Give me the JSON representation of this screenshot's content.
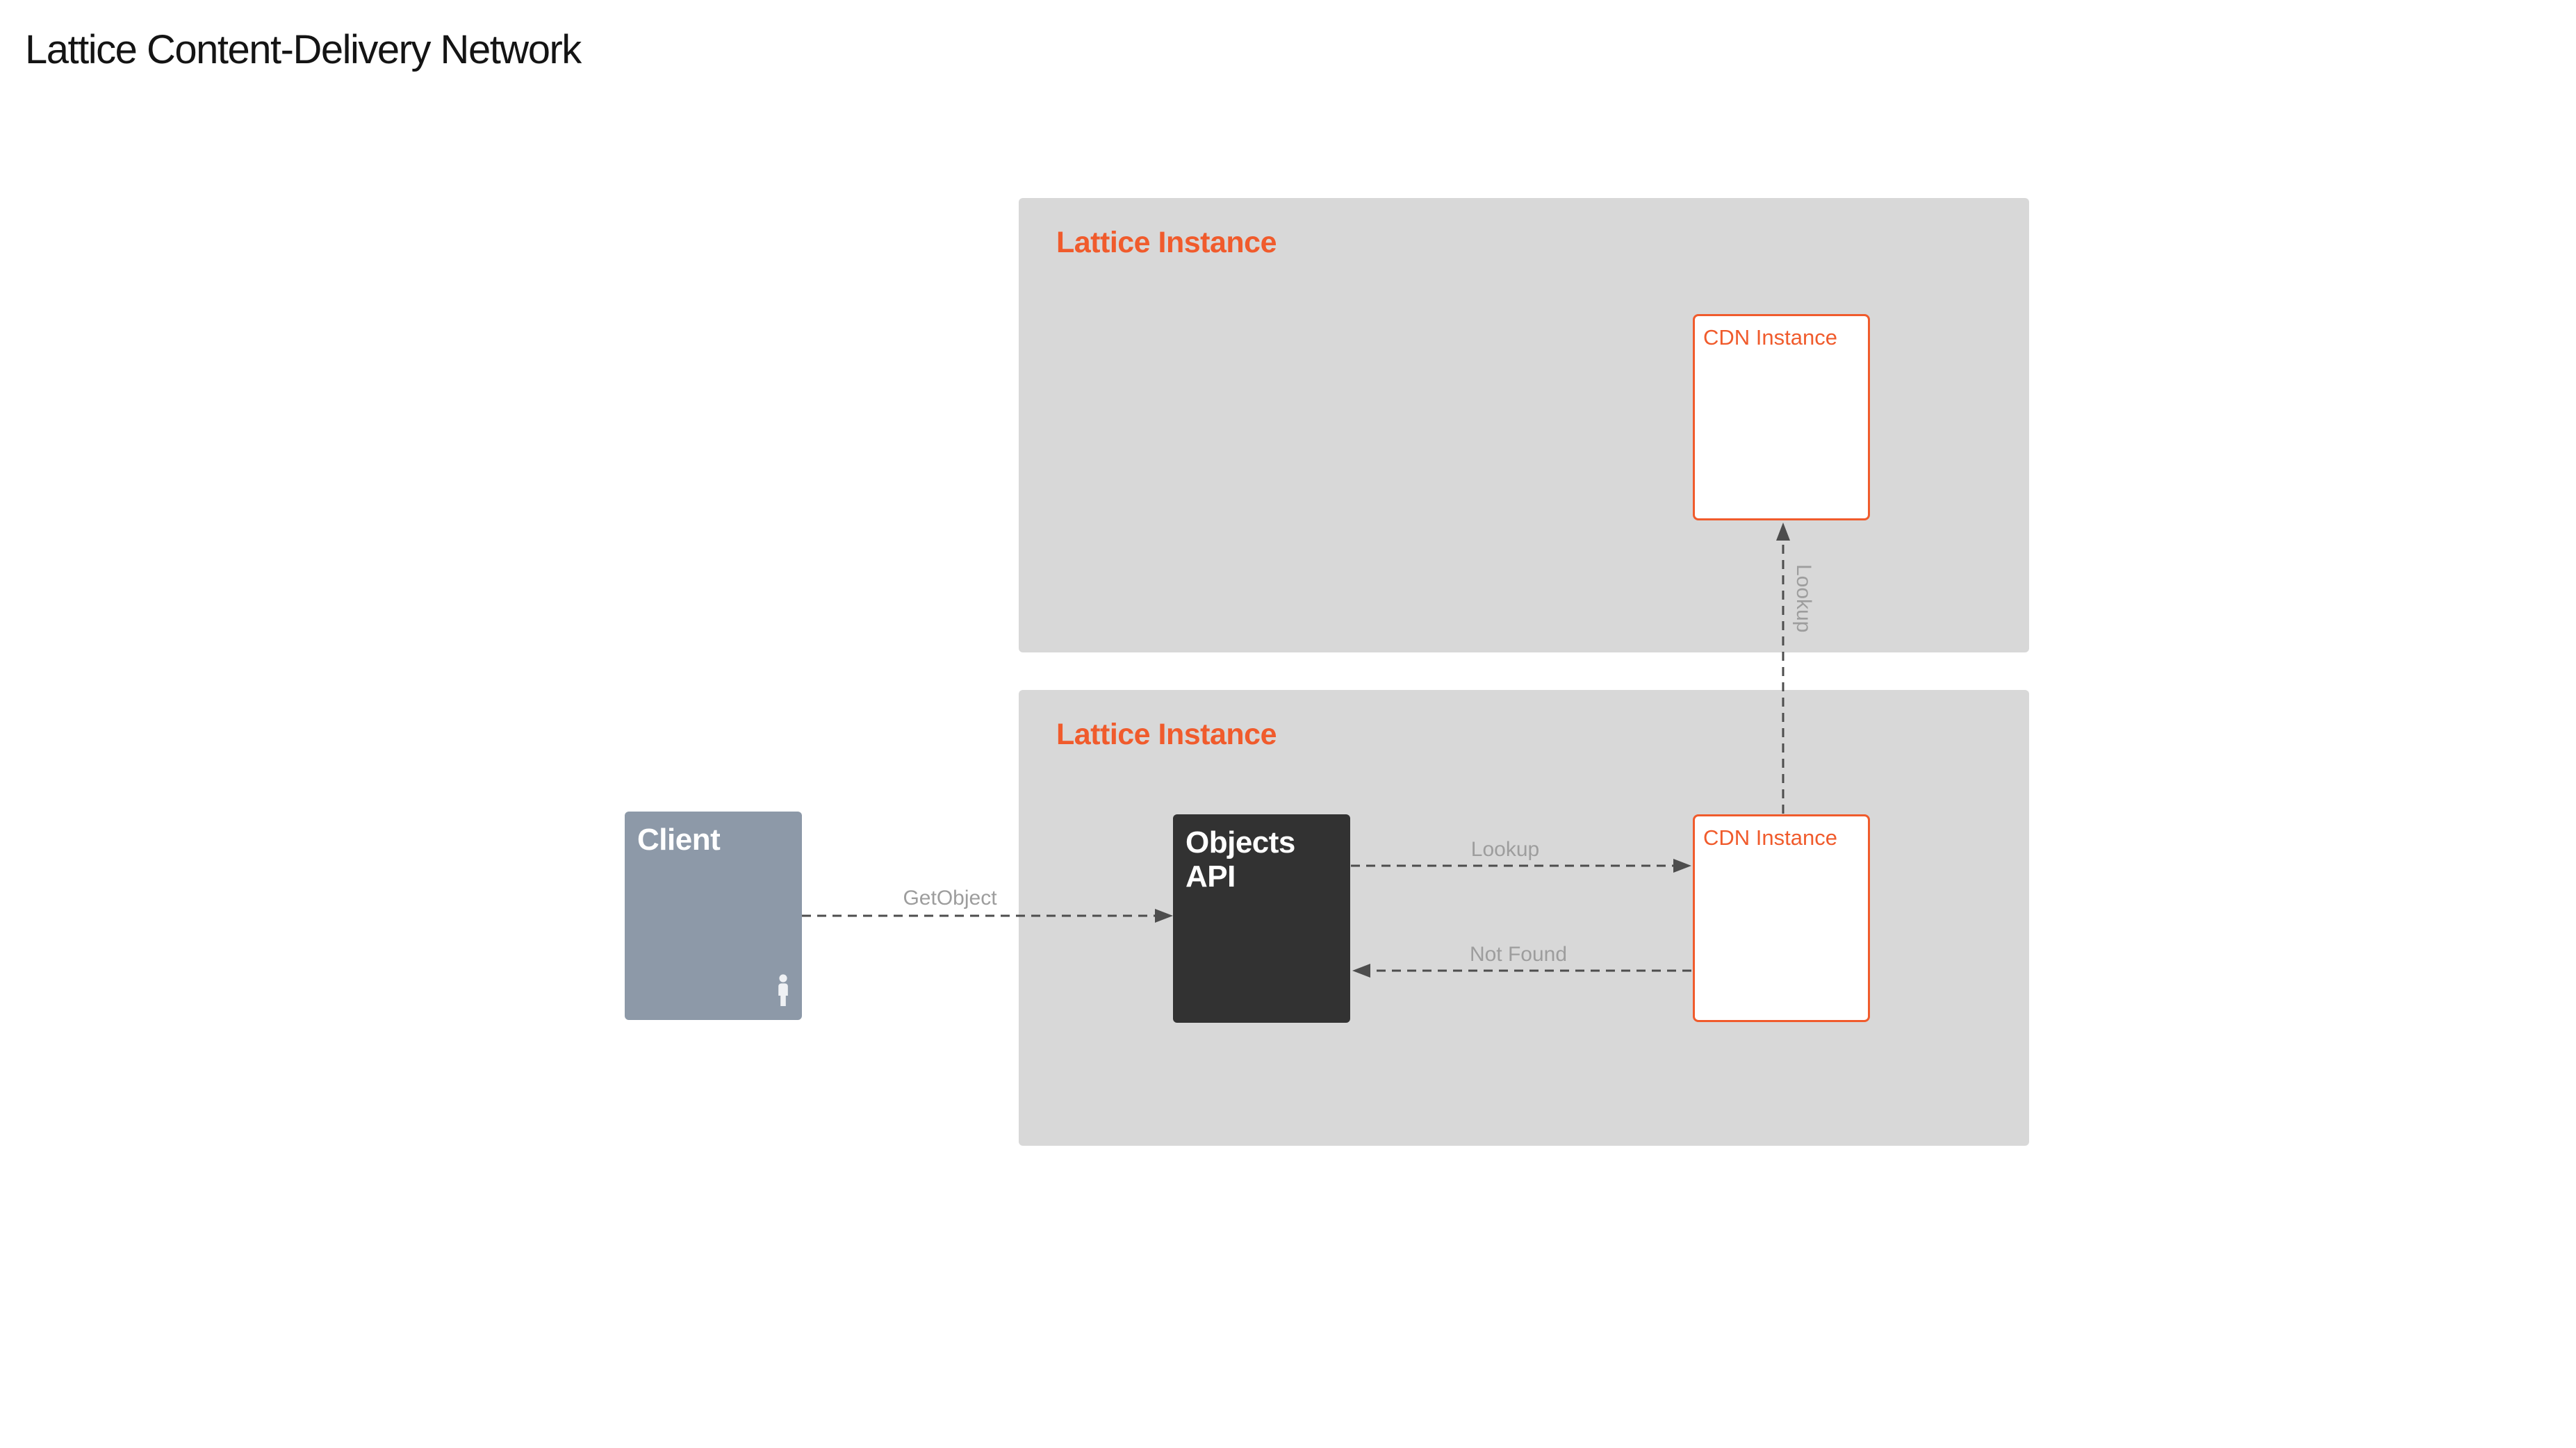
{
  "title": "Lattice Content-Delivery Network",
  "client": {
    "label": "Client",
    "icon": "person-icon"
  },
  "instances": [
    {
      "label": "Lattice Instance",
      "cdn_label": "CDN Instance"
    },
    {
      "label": "Lattice Instance",
      "api_label": "Objects API",
      "cdn_label": "CDN Instance"
    }
  ],
  "edges": [
    {
      "label": "GetObject",
      "from": "Client",
      "to": "Objects API",
      "direction": "right"
    },
    {
      "label": "Lookup",
      "from": "Objects API",
      "to": "CDN Instance",
      "direction": "right"
    },
    {
      "label": "Not Found",
      "from": "CDN Instance",
      "to": "Objects API",
      "direction": "left"
    },
    {
      "label": "Lookup",
      "from": "CDN Instance (bottom)",
      "to": "CDN Instance (top)",
      "direction": "up"
    }
  ],
  "colors": {
    "accent_orange": "#f05b2c",
    "container_gray": "#d8d8d8",
    "client_gray_blue": "#8d99a8",
    "api_dark": "#323232",
    "arrow_gray": "#4d4d4d",
    "label_gray": "#9d9d9d",
    "title_black": "#141414"
  }
}
